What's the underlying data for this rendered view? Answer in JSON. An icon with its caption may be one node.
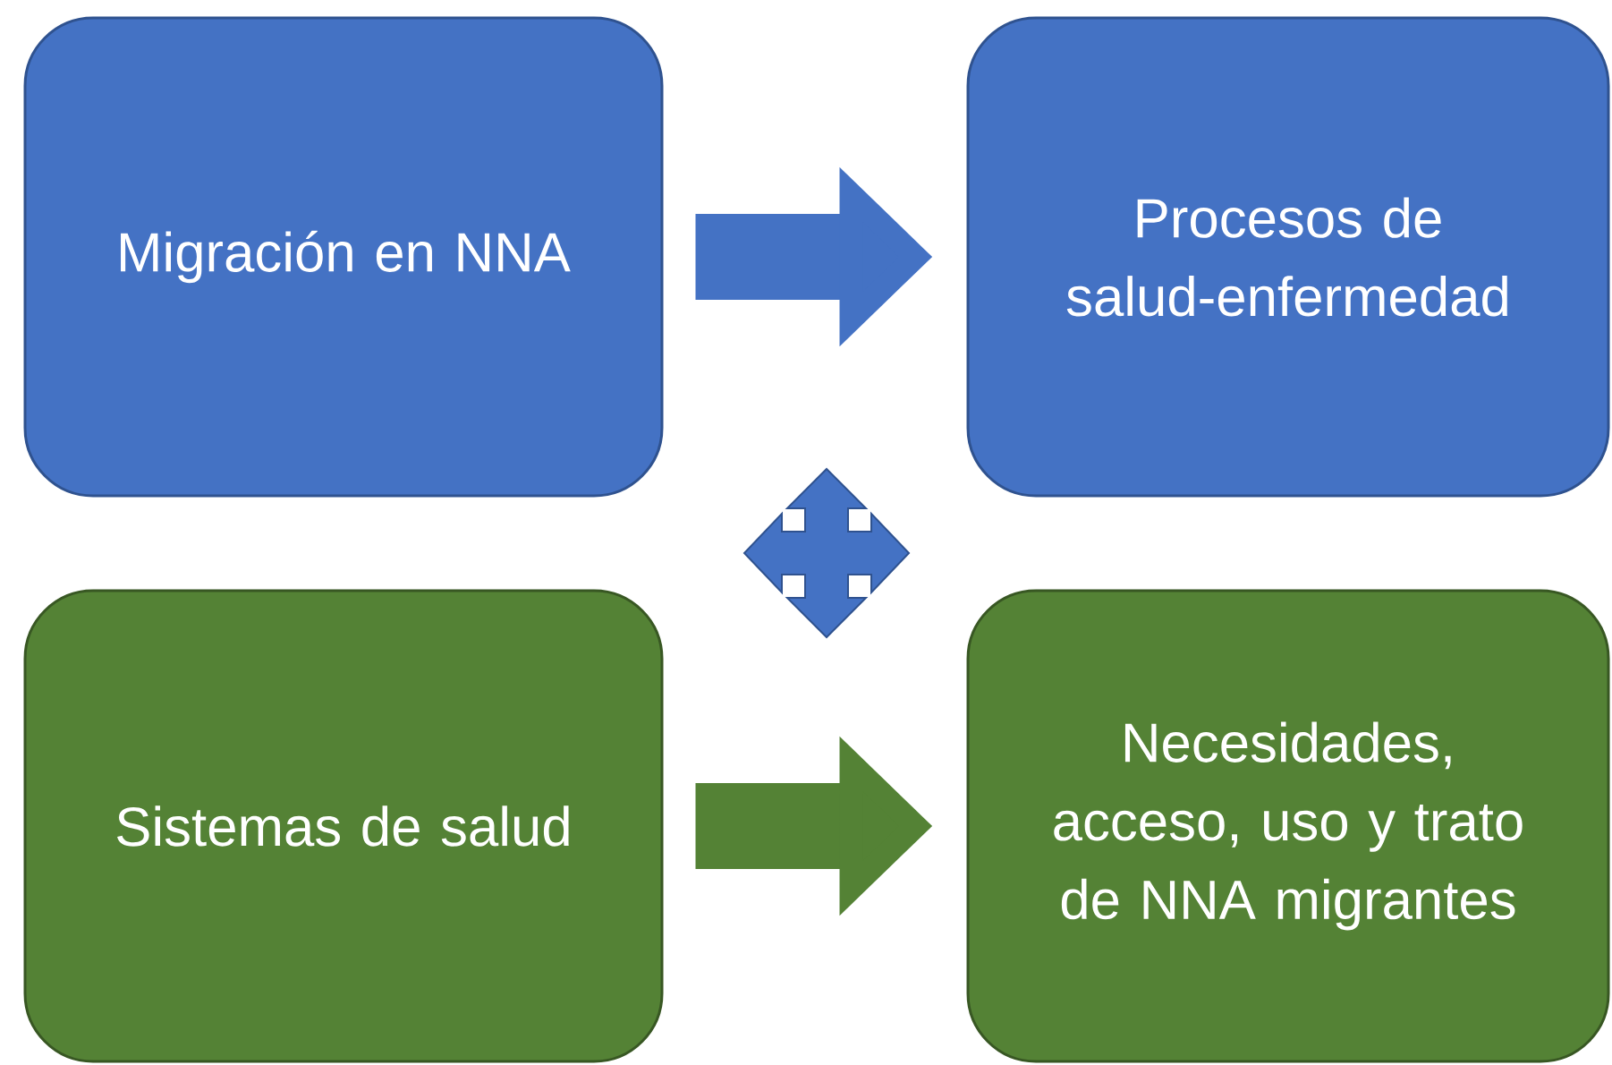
{
  "diagram": {
    "nodes": [
      {
        "text": [
          "Migración en NNA"
        ]
      },
      {
        "text": [
          "Procesos de salud-enfermedad"
        ]
      },
      {
        "text": [
          "Sistemas de salud"
        ]
      },
      {
        "text": [
          "Necesidades, acceso, uso y trato de NNA migrantes"
        ]
      }
    ],
    "edges": [
      {
        "from": 0,
        "to": 1,
        "arrow": "to",
        "color": "#4472c4"
      },
      {
        "from": 2,
        "to": 3,
        "arrow": "to",
        "color": "#548235"
      }
    ]
  }
}
